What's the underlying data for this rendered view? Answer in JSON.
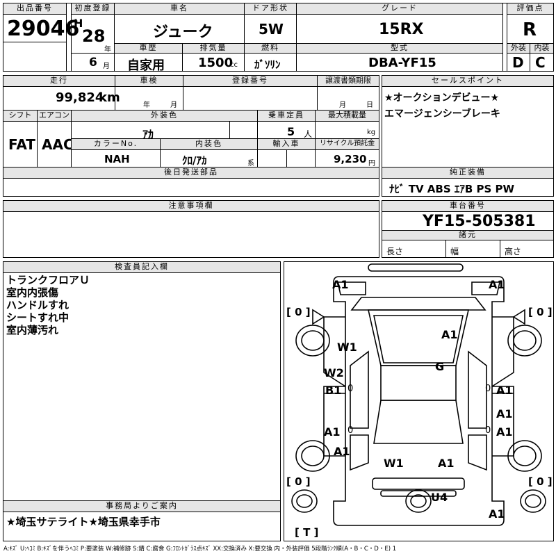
{
  "header": {
    "lot_label": "出品番号",
    "lot": "29046",
    "reg_label": "初度登録",
    "era": "H",
    "year": "28",
    "year_unit": "年",
    "month": "6",
    "month_unit": "月",
    "car_name_label": "車名",
    "car_name": "ジューク",
    "door_label": "ドア形状",
    "door": "5W",
    "grade_label": "グレード",
    "grade": "15RX",
    "score_label": "評価点",
    "score": "R",
    "history_label": "車歴",
    "history": "自家用",
    "displacement_label": "排気量",
    "displacement": "1500",
    "displacement_unit": "cc",
    "fuel_label": "燃料",
    "fuel": "ｶﾞｿﾘﾝ",
    "model_label": "型式",
    "model": "DBA-YF15",
    "ext_label": "外装",
    "ext": "D",
    "int_label": "内装",
    "int": "C"
  },
  "specs": {
    "mileage_label": "走行",
    "mileage": "99,824",
    "mileage_unit": "km",
    "inspection_label": "車検",
    "insp_year_unit": "年",
    "insp_month_unit": "月",
    "regno_label": "登録番号",
    "transfer_label": "譲渡書類期限",
    "transfer_month_unit": "月",
    "transfer_day_unit": "日",
    "shift_label": "シフト",
    "shift": "FAT",
    "ac_label": "エアコン",
    "ac": "AAC",
    "color_label": "外装色",
    "color": "ｱｶ",
    "capacity_label": "乗車定員",
    "capacity": "5",
    "capacity_unit": "人",
    "maxload_label": "最大積載量",
    "maxload_unit": "kg",
    "colorno_label": "カラーNo.",
    "colorno": "NAH",
    "intcolor_label": "内装色",
    "intcolor": "ｸﾛ/ｱｶ",
    "intcolor_unit": "系",
    "import_label": "輸入車",
    "recycle_label": "リサイクル預託金",
    "recycle": "9,230",
    "recycle_unit": "円",
    "later_label": "後日発送部品"
  },
  "selling_points": {
    "label": "セールスポイント",
    "lines": [
      "★オークションデビュー★",
      "エマージェンシーブレーキ"
    ]
  },
  "equipment": {
    "label": "純正装備",
    "value": "ﾅﾋﾞ  TV  ABS  ｴｱB  PS  PW"
  },
  "notes_label": "注意事項欄",
  "chassis": {
    "label": "車台番号",
    "value": "YF15-505381",
    "dims_label": "諸元",
    "length_label": "長さ",
    "width_label": "幅",
    "height_label": "高さ"
  },
  "inspector": {
    "label": "検査員記入欄",
    "lines": [
      "トランクフロアＵ",
      "室内内張傷",
      "ハンドルすれ",
      "シートすれ中",
      "室内薄汚れ"
    ]
  },
  "office": {
    "label": "事務局よりご案内",
    "value": "★埼玉サテライト★埼玉県幸手市"
  },
  "diagram": {
    "marks": [
      "A1",
      "A1",
      "W1",
      "A1",
      "G",
      "W2",
      "B1",
      "A1",
      "A1",
      "A1",
      "A1",
      "A1",
      "W1",
      "A1",
      "U4",
      "A1"
    ],
    "brackets": [
      "[ 0 ]",
      "[ 0 ]",
      "[ 0 ]",
      "[ 0 ]",
      "[ T ]"
    ],
    "zeros": [
      "0",
      "0",
      "0",
      "0"
    ]
  },
  "legend": "A:ｷｽﾞ  U:ﾍｺﾐ  B:ｷｽﾞを伴うﾍｺﾐ  P:要塗装  W:補修跡  S:錆  C:腐食  G:ﾌﾛﾝﾄｶﾞﾗｽ点ｷｽﾞ  XX:交換済み  X:要交換   内・外装評価  5段階ﾗﾝｸ順(A・B・C・D・E) 1"
}
